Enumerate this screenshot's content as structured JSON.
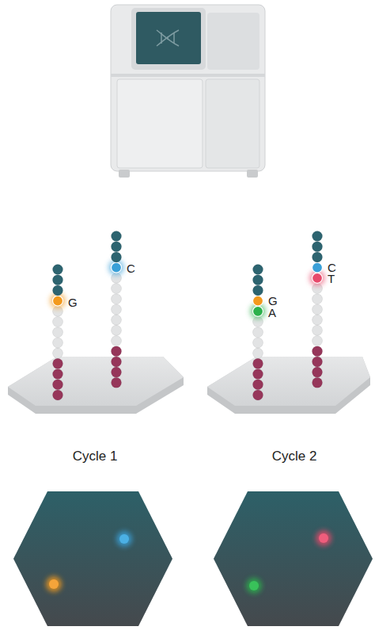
{
  "diagram": {
    "labels": [
      "G",
      "C",
      "G",
      "A",
      "C",
      "T",
      "Cycle 1",
      "Cycle 2"
    ]
  }
}
